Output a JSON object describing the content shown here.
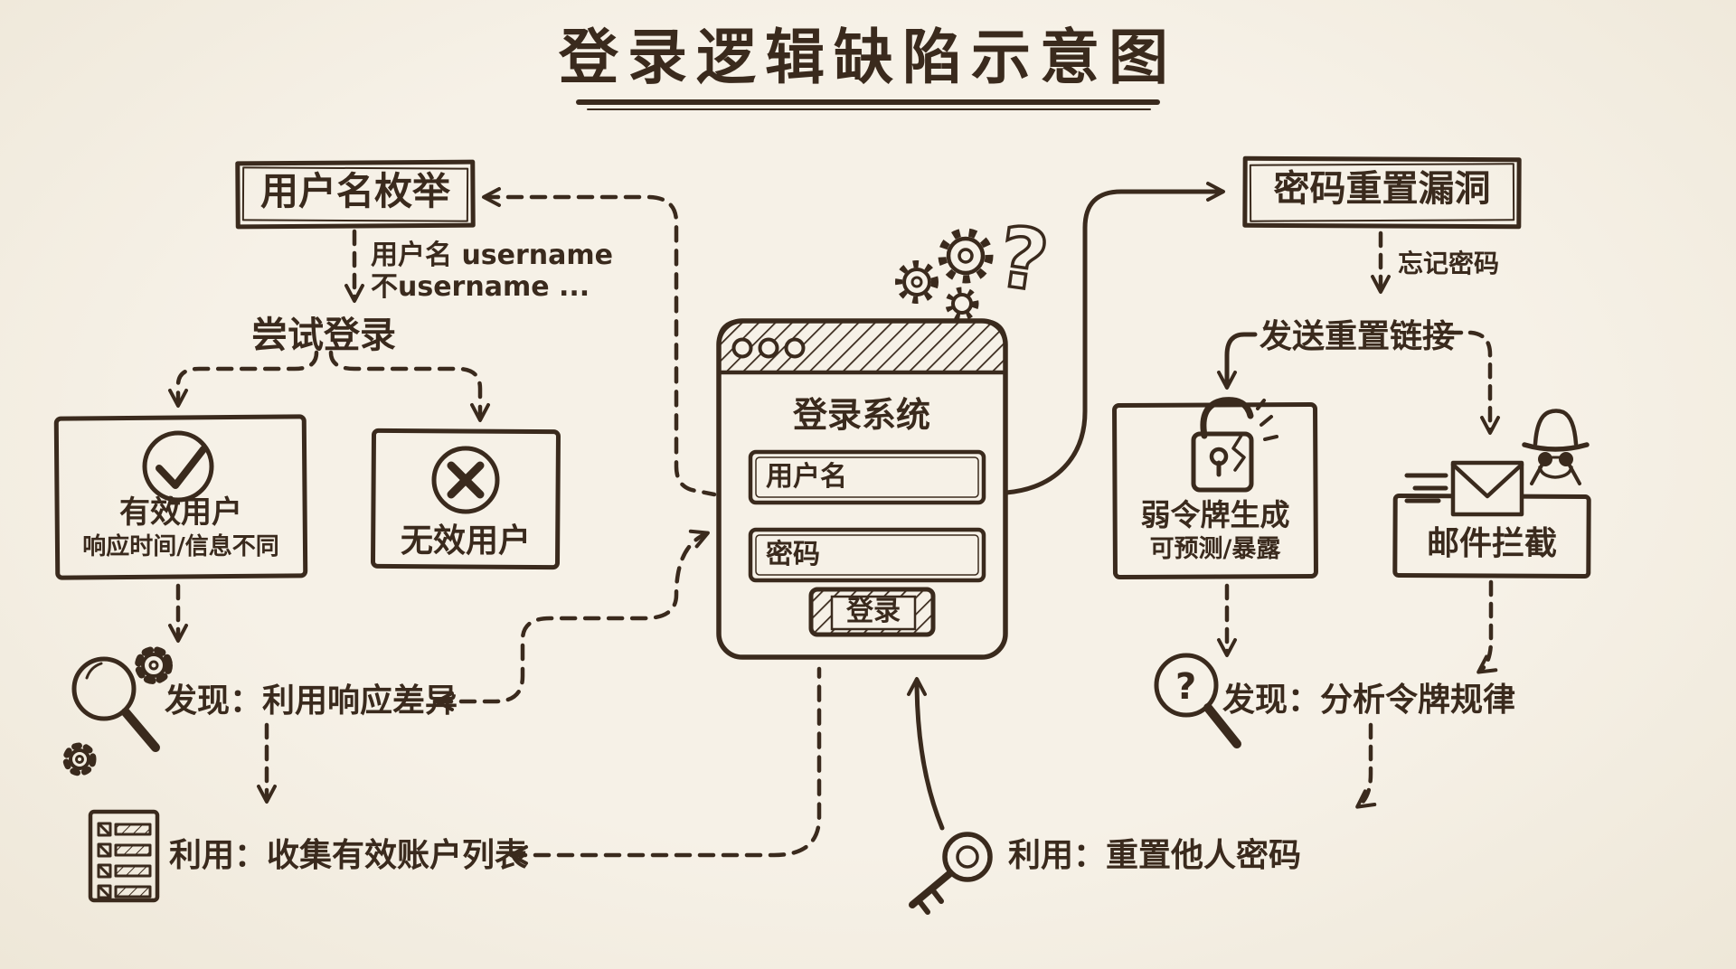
{
  "colors": {
    "ink": "#3a2a1d",
    "paper": "#f4efe5"
  },
  "title": {
    "text": "登录逻辑缺陷示意图"
  },
  "left": {
    "enum_box": "用户名枚举",
    "note_line1": "用户名 username",
    "note_line2": "不username ...",
    "try_login": "尝试登录",
    "valid_title": "有效用户",
    "valid_sub": "响应时间/信息不同",
    "invalid_title": "无效用户",
    "discover": "发现：利用响应差异",
    "exploit": "利用：收集有效账户列表"
  },
  "center": {
    "window_title": "登录系统",
    "username_placeholder": "用户名",
    "password_placeholder": "密码",
    "login_button": "登录",
    "question_mark": "?"
  },
  "right": {
    "reset_box": "密码重置漏洞",
    "forgot": "忘记密码",
    "send_link": "发送重置链接",
    "weak_title": "弱令牌生成",
    "weak_sub": "可预测/暴露",
    "mail_title": "邮件拦截",
    "discover": "发现：分析令牌规律",
    "exploit": "利用：重置他人密码",
    "magnifier_q": "?"
  }
}
